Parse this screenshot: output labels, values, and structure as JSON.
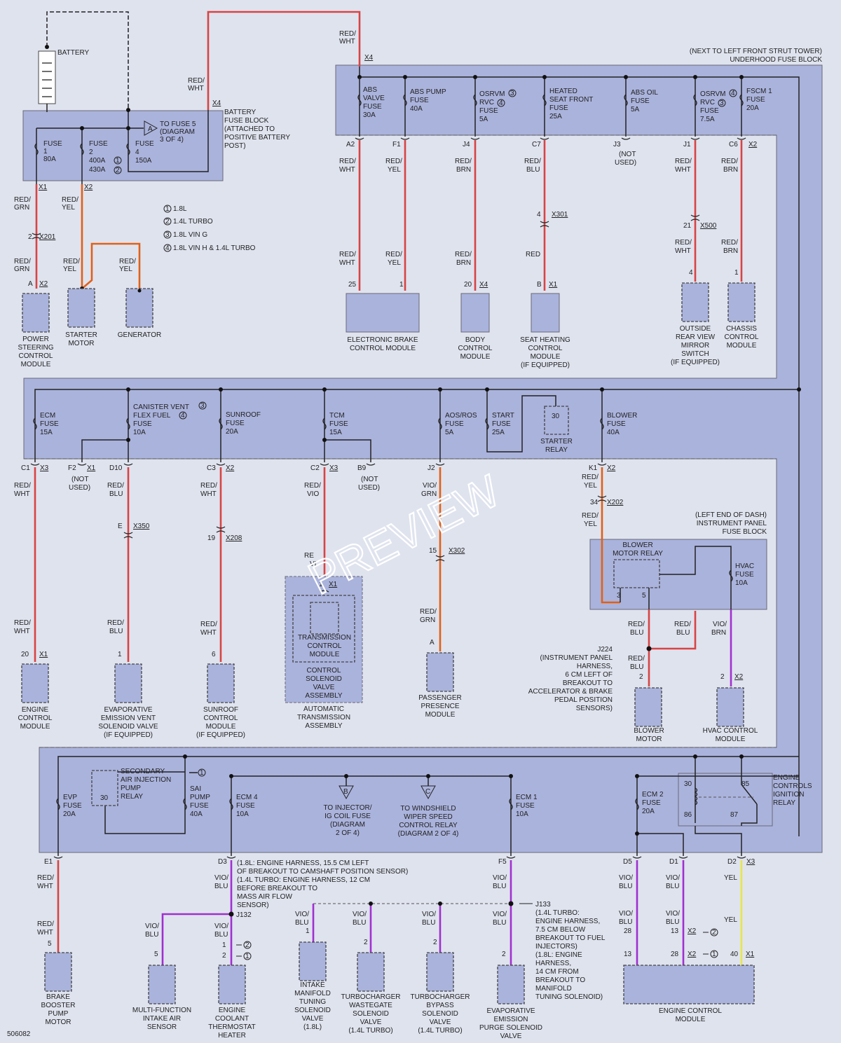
{
  "figure_id": "506082",
  "watermark": "PREVIEW",
  "blocks": {
    "underhood_title": "(NEXT TO LEFT FRONT STRUT TOWER)",
    "underhood_title2": "UNDERHOOD FUSE BLOCK",
    "battery_fuse_block": [
      "BATTERY",
      "FUSE BLOCK",
      "(ATTACHED TO",
      "POSITIVE BATTERY",
      "POST)"
    ],
    "ip_fuse_block": [
      "(LEFT END OF DASH)",
      "INSTRUMENT PANEL",
      "FUSE BLOCK"
    ]
  },
  "battery": {
    "label": "BATTERY",
    "fuses": [
      {
        "lines": [
          "FUSE",
          "1",
          "80A"
        ]
      },
      {
        "lines": [
          "FUSE",
          "2",
          "400A",
          "430A"
        ]
      },
      {
        "lines": [
          "FUSE",
          "4",
          "150A"
        ]
      }
    ],
    "to_fuse5": [
      "TO FUSE 5",
      "(DIAGRAM",
      "3 OF 4)"
    ],
    "to_fuse5_ref": "A"
  },
  "legend": [
    "1.8L",
    "1.4L TURBO",
    "1.8L VIN G",
    "1.8L VIN H & 1.4L TURBO"
  ],
  "legend_nums": [
    "1",
    "2",
    "3",
    "4"
  ],
  "fuses_row1": [
    [
      "ABS",
      "VALVE",
      "FUSE",
      "30A"
    ],
    [
      "ABS PUMP",
      "FUSE",
      "40A"
    ],
    [
      "OSRVM",
      "RVC",
      "FUSE",
      "5A"
    ],
    [
      "HEATED",
      "SEAT FRONT",
      "FUSE",
      "25A"
    ],
    [
      "ABS OIL",
      "FUSE",
      "5A"
    ],
    [
      "OSRVM",
      "RVC",
      "FUSE",
      "7.5A"
    ],
    [
      "FSCM 1",
      "FUSE",
      "20A"
    ]
  ],
  "fuses_row2": [
    [
      "ECM",
      "FUSE",
      "15A"
    ],
    [
      "CANISTER VENT",
      "FLEX FUEL",
      "FUSE",
      "10A"
    ],
    [
      "SUNROOF",
      "FUSE",
      "20A"
    ],
    [
      "TCM",
      "FUSE",
      "15A"
    ],
    [
      "AOS/ROS",
      "FUSE",
      "5A"
    ],
    [
      "START",
      "FUSE",
      "25A"
    ],
    [
      "BLOWER",
      "FUSE",
      "40A"
    ]
  ],
  "fuses_row3": [
    [
      "EVP",
      "FUSE",
      "20A"
    ],
    [
      "SAI",
      "PUMP",
      "FUSE",
      "40A"
    ],
    [
      "ECM 4",
      "FUSE",
      "10A"
    ],
    [
      "ECM 1",
      "FUSE",
      "10A"
    ],
    [
      "ECM 2",
      "FUSE",
      "20A"
    ]
  ],
  "relays": {
    "starter": [
      "STARTER",
      "RELAY"
    ],
    "starter_pin": "30",
    "blower": [
      "BLOWER",
      "MOTOR RELAY"
    ],
    "sai": [
      "SECONDARY",
      "AIR INJECTION",
      "PUMP",
      "RELAY"
    ],
    "sai_pin": "30",
    "ecir": [
      "ENGINE",
      "CONTROLS",
      "IGNITION",
      "RELAY"
    ],
    "ecir_pins": [
      "30",
      "85",
      "86",
      "87"
    ]
  },
  "hvac_fuse": [
    "HVAC",
    "FUSE",
    "10A"
  ],
  "components": {
    "power_steering": [
      "POWER",
      "STEERING",
      "CONTROL",
      "MODULE"
    ],
    "starter_motor": [
      "STARTER",
      "MOTOR"
    ],
    "generator": [
      "GENERATOR"
    ],
    "ebcm": [
      "ELECTRONIC BRAKE",
      "CONTROL MODULE"
    ],
    "bcm": [
      "BODY",
      "CONTROL",
      "MODULE"
    ],
    "seat": [
      "SEAT HEATING",
      "CONTROL",
      "MODULE",
      "(IF EQUIPPED)"
    ],
    "mirror": [
      "OUTSIDE",
      "REAR VIEW",
      "MIRROR",
      "SWITCH",
      "(IF EQUIPPED)"
    ],
    "chassis": [
      "CHASSIS",
      "CONTROL",
      "MODULE"
    ],
    "ecm": [
      "ENGINE",
      "CONTROL",
      "MODULE"
    ],
    "evap_vent": [
      "EVAPORATIVE",
      "EMISSION VENT",
      "SOLENOID VALVE",
      "(IF EQUIPPED)"
    ],
    "sunroof": [
      "SUNROOF",
      "CONTROL",
      "MODULE",
      "(IF EQUIPPED)"
    ],
    "tcm_inner": [
      "TRANSMISSION",
      "CONTROL",
      "MODULE"
    ],
    "tcm_mid": [
      "CONTROL",
      "SOLENOID",
      "VALVE",
      "ASSEMBLY"
    ],
    "tcm_outer": [
      "AUTOMATIC",
      "TRANSMISSION",
      "ASSEMBLY"
    ],
    "passenger": [
      "PASSENGER",
      "PRESENCE",
      "MODULE"
    ],
    "blower_motor": [
      "BLOWER",
      "MOTOR"
    ],
    "hvac": [
      "HVAC CONTROL",
      "MODULE"
    ],
    "brake_booster": [
      "BRAKE",
      "BOOSTER",
      "PUMP",
      "MOTOR"
    ],
    "maf": [
      "MULTI-FUNCTION",
      "INTAKE AIR",
      "SENSOR"
    ],
    "thermostat": [
      "ENGINE",
      "COOLANT",
      "THERMOSTAT",
      "HEATER"
    ],
    "intake_manifold": [
      "INTAKE",
      "MANIFOLD",
      "TUNING",
      "SOLENOID",
      "VALVE",
      "(1.8L)"
    ],
    "wastegate": [
      "TURBOCHARGER",
      "WASTEGATE",
      "SOLENOID",
      "VALVE",
      "(1.4L TURBO)"
    ],
    "bypass": [
      "TURBOCHARGER",
      "BYPASS",
      "SOLENOID",
      "VALVE",
      "(1.4L TURBO)"
    ],
    "evap_purge": [
      "EVAPORATIVE",
      "EMISSION",
      "PURGE SOLENOID",
      "VALVE"
    ],
    "ecm2": [
      "ENGINE CONTROL",
      "MODULE"
    ]
  },
  "wires": {
    "rw": [
      "RED/",
      "WHT"
    ],
    "rg": [
      "RED/",
      "GRN"
    ],
    "ry": [
      "RED/",
      "YEL"
    ],
    "rb": [
      "RED/",
      "BRN"
    ],
    "rbl": [
      "RED/",
      "BLU"
    ],
    "rv": [
      "RED/",
      "VIO"
    ],
    "vg": [
      "VIO/",
      "GRN"
    ],
    "vb": [
      "VIO/",
      "BRN"
    ],
    "vbl": [
      "VIO/",
      "BLU"
    ],
    "red": "RED",
    "yel": "YEL",
    "rv_partial": [
      "RE",
      "VI"
    ]
  },
  "notused": [
    "(NOT",
    "USED)"
  ],
  "splices": {
    "j224": [
      "J224",
      "(INSTRUMENT PANEL",
      "HARNESS,",
      "6 CM LEFT OF",
      "BREAKOUT TO",
      "ACCELERATOR & BRAKE",
      "PEDAL POSITION",
      "SENSORS)"
    ],
    "j132": "J132",
    "j132_note": [
      "(1.8L: ENGINE HARNESS, 15.5 CM LEFT",
      "OF BREAKOUT TO CAMSHAFT POSITION SENSOR)",
      "(1.4L TURBO: ENGINE HARNESS, 12 CM",
      "BEFORE BREAKOUT TO",
      "MASS AIR FLOW",
      "SENSOR)"
    ],
    "j133": [
      "J133",
      "(1.4L TURBO:",
      "ENGINE HARNESS,",
      "7.5 CM BELOW",
      "BREAKOUT TO FUEL",
      "INJECTORS)",
      "(1.8L: ENGINE",
      "HARNESS,",
      "14 CM FROM",
      "BREAKOUT TO",
      "MANIFOLD",
      "TUNING SOLENOID)"
    ]
  },
  "offpage": {
    "b": [
      "TO INJECTOR/",
      "IG COIL FUSE",
      "(DIAGRAM",
      "2 OF 4)"
    ],
    "b_ref": "B",
    "c": [
      "TO WINDSHIELD",
      "WIPER SPEED",
      "CONTROL RELAY",
      "(DIAGRAM 2 OF 4)"
    ],
    "c_ref": "C"
  },
  "connectors": {
    "x1": "X1",
    "x2": "X2",
    "x3": "X3",
    "x4": "X4",
    "x201": "X201",
    "x301": "X301",
    "x500": "X500",
    "x350": "X350",
    "x208": "X208",
    "x302": "X302",
    "x202": "X202"
  },
  "pins": {
    "A": "A",
    "B": "B",
    "A2": "A2",
    "F1": "F1",
    "J4": "J4",
    "C7": "C7",
    "J3": "J3",
    "J1": "J1",
    "C6": "C6",
    "C1": "C1",
    "F2": "F2",
    "D10": "D10",
    "C3": "C3",
    "C2": "C2",
    "B9": "B9",
    "J2": "J2",
    "K1": "K1",
    "E1": "E1",
    "D3": "D3",
    "F5": "F5",
    "D5": "D5",
    "D1": "D1",
    "D2": "D2",
    "E": "E",
    "n1": "1",
    "n2": "2",
    "n3": "3",
    "n4": "4",
    "n5": "5",
    "n6": "6",
    "n13": "13",
    "n15": "15",
    "n19": "19",
    "n20": "20",
    "n21": "21",
    "n25": "25",
    "n28": "28",
    "n34": "34",
    "n40": "40"
  }
}
